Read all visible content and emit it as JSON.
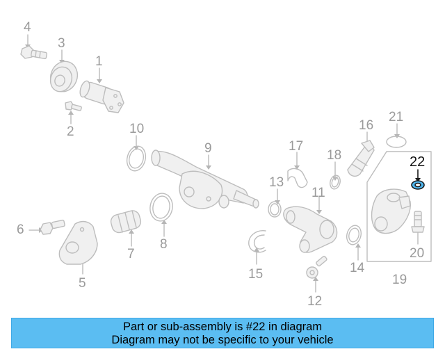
{
  "diagram": {
    "highlight_color": "#4fb6ee",
    "line_color": "#b9b9b9",
    "part_fill": "#f0f0f0",
    "highlighted_part": "22",
    "callouts": [
      {
        "id": "c1",
        "label": "1"
      },
      {
        "id": "c2",
        "label": "2"
      },
      {
        "id": "c3",
        "label": "3"
      },
      {
        "id": "c4",
        "label": "4"
      },
      {
        "id": "c5",
        "label": "5"
      },
      {
        "id": "c6",
        "label": "6"
      },
      {
        "id": "c7",
        "label": "7"
      },
      {
        "id": "c8",
        "label": "8"
      },
      {
        "id": "c9",
        "label": "9"
      },
      {
        "id": "c10",
        "label": "10"
      },
      {
        "id": "c11",
        "label": "11"
      },
      {
        "id": "c12",
        "label": "12"
      },
      {
        "id": "c13",
        "label": "13"
      },
      {
        "id": "c14",
        "label": "14"
      },
      {
        "id": "c15",
        "label": "15"
      },
      {
        "id": "c16",
        "label": "16"
      },
      {
        "id": "c17",
        "label": "17"
      },
      {
        "id": "c18",
        "label": "18"
      },
      {
        "id": "c19",
        "label": "19"
      },
      {
        "id": "c20",
        "label": "20"
      },
      {
        "id": "c21",
        "label": "21"
      },
      {
        "id": "c22",
        "label": "22"
      }
    ]
  },
  "banner": {
    "line1": "Part or sub-assembly is #22 in diagram",
    "line2": "Diagram may not be specific to your vehicle",
    "background": "#5bbdf2"
  }
}
